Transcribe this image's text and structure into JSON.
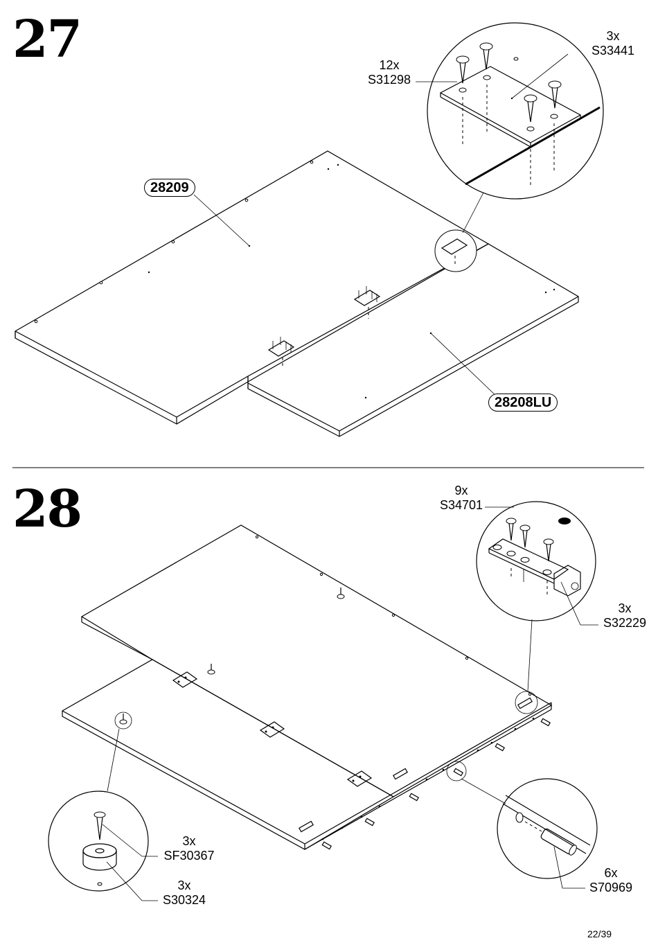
{
  "page": "22/39",
  "step27": {
    "number": "27",
    "panel_a": "28209",
    "panel_b": "28208LU",
    "screw_left": {
      "qty": "12x",
      "code": "S31298"
    },
    "screw_right": {
      "qty": "3x",
      "code": "S33441"
    }
  },
  "step28": {
    "number": "28",
    "screw_top": {
      "qty": "9x",
      "code": "S34701"
    },
    "bracket": {
      "qty": "3x",
      "code": "S32229"
    },
    "screw_foot": {
      "qty": "3x",
      "code": "SF30367"
    },
    "foot": {
      "qty": "3x",
      "code": "S30324"
    },
    "dowel": {
      "qty": "6x",
      "code": "S70969"
    }
  }
}
